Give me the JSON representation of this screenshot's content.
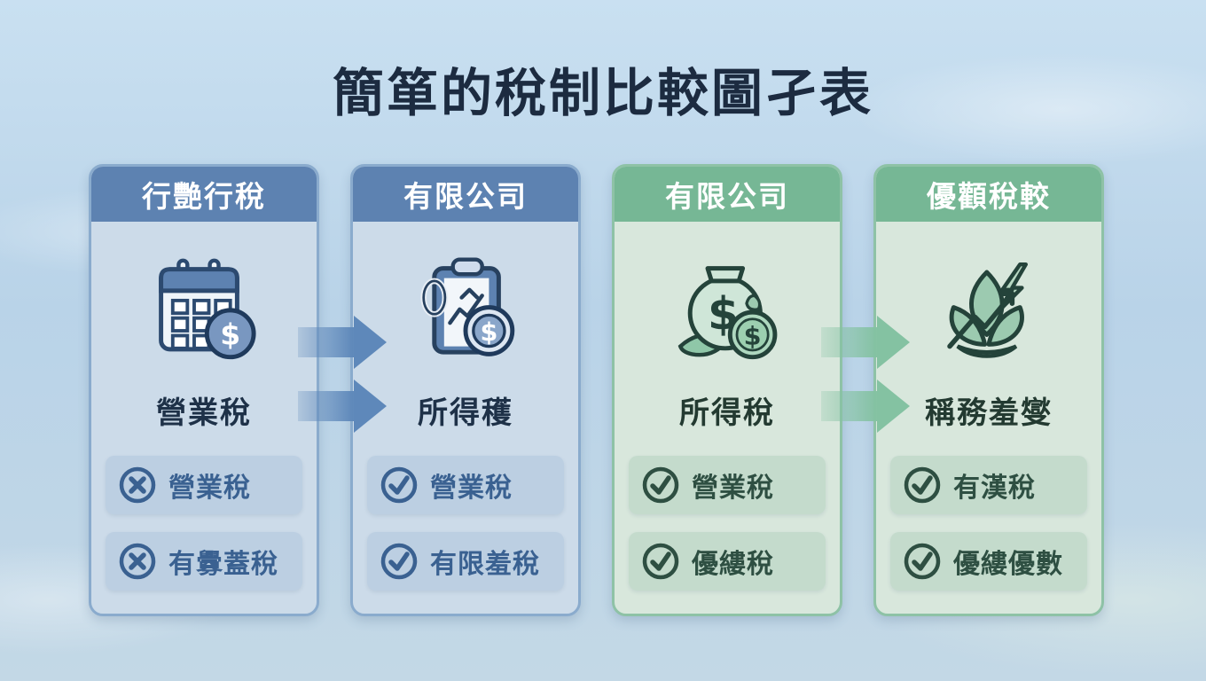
{
  "title": "簡箪的稅制比較圖孑表",
  "glyphs": {
    "dollar": "$"
  },
  "cards": [
    {
      "theme": "blue",
      "header": "行艷行稅",
      "icon": "calendar-dollar-icon",
      "main_label": "營業稅",
      "items": [
        {
          "mark": "cross",
          "label": "營業稅"
        },
        {
          "mark": "cross",
          "label": "有釁蓋稅"
        }
      ]
    },
    {
      "theme": "blue",
      "header": "有限公司",
      "icon": "clipboard-chart-dollar-icon",
      "main_label": "所得穫",
      "items": [
        {
          "mark": "check",
          "label": "營業稅"
        },
        {
          "mark": "check",
          "label": "有限羞稅"
        }
      ]
    },
    {
      "theme": "green",
      "header": "有限公司",
      "icon": "money-bag-dollar-leaf-icon",
      "main_label": "所得稅",
      "items": [
        {
          "mark": "check",
          "label": "營業稅"
        },
        {
          "mark": "check",
          "label": "優縷稅"
        }
      ]
    },
    {
      "theme": "green",
      "header": "優顴稅較",
      "icon": "leaf-lightning-growth-icon",
      "main_label": "稱務羞燮",
      "items": [
        {
          "mark": "check",
          "label": "有漢稅"
        },
        {
          "mark": "check",
          "label": "優縷優數"
        }
      ]
    }
  ],
  "colors": {
    "background_sky": "#bed7ea",
    "title_text": "#1c2b40",
    "blue_header": "#5d82b1",
    "blue_card_body": "#ccdbe9",
    "blue_card_border": "#8aabcd",
    "blue_item_pill": "#bccfe2",
    "blue_item_text": "#3a6191",
    "blue_arrow": "#5e88ba",
    "green_header": "#76b795",
    "green_card_body": "#d8e7dc",
    "green_card_border": "#8ec2a6",
    "green_item_pill": "#c4dbcc",
    "green_item_text": "#2e4f42",
    "green_arrow": "#84c2a2"
  }
}
